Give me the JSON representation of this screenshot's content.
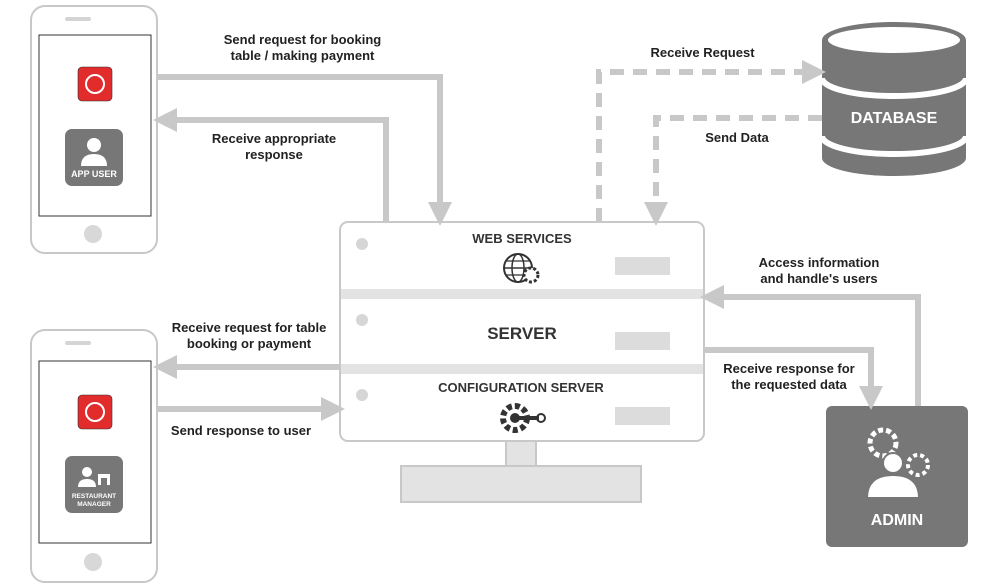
{
  "flows": {
    "send_request": "Send request for booking\ntable / making payment",
    "receive_response": "Receive appropriate\nresponse",
    "receive_request_db": "Receive Request",
    "send_data": "Send Data",
    "receive_request_manager": "Receive request for table\nbooking or payment",
    "send_response_user": "Send response to user",
    "access_information": "Access information\nand handle's users",
    "receive_response_admin": "Receive response for\nthe requested data"
  },
  "database": {
    "label": "DATABASE"
  },
  "server": {
    "tiers": [
      {
        "title": "WEB SERVICES",
        "icon": "globe-gear-icon"
      },
      {
        "title": "SERVER"
      },
      {
        "title": "CONFIGURATION SERVER",
        "icon": "wrench-gear-icon"
      }
    ]
  },
  "app_user": {
    "label": "APP USER",
    "icon": "person-icon"
  },
  "restaurant_manager": {
    "label": "RESTAURANT\nMANAGER",
    "icon": "manager-store-icon"
  },
  "admin": {
    "label": "ADMIN",
    "icon": "users-gear-icon"
  },
  "colors": {
    "arrow": "#c8c8c8",
    "tile": "#777777",
    "app_icon": "#e22b2b",
    "text": "#222222"
  }
}
